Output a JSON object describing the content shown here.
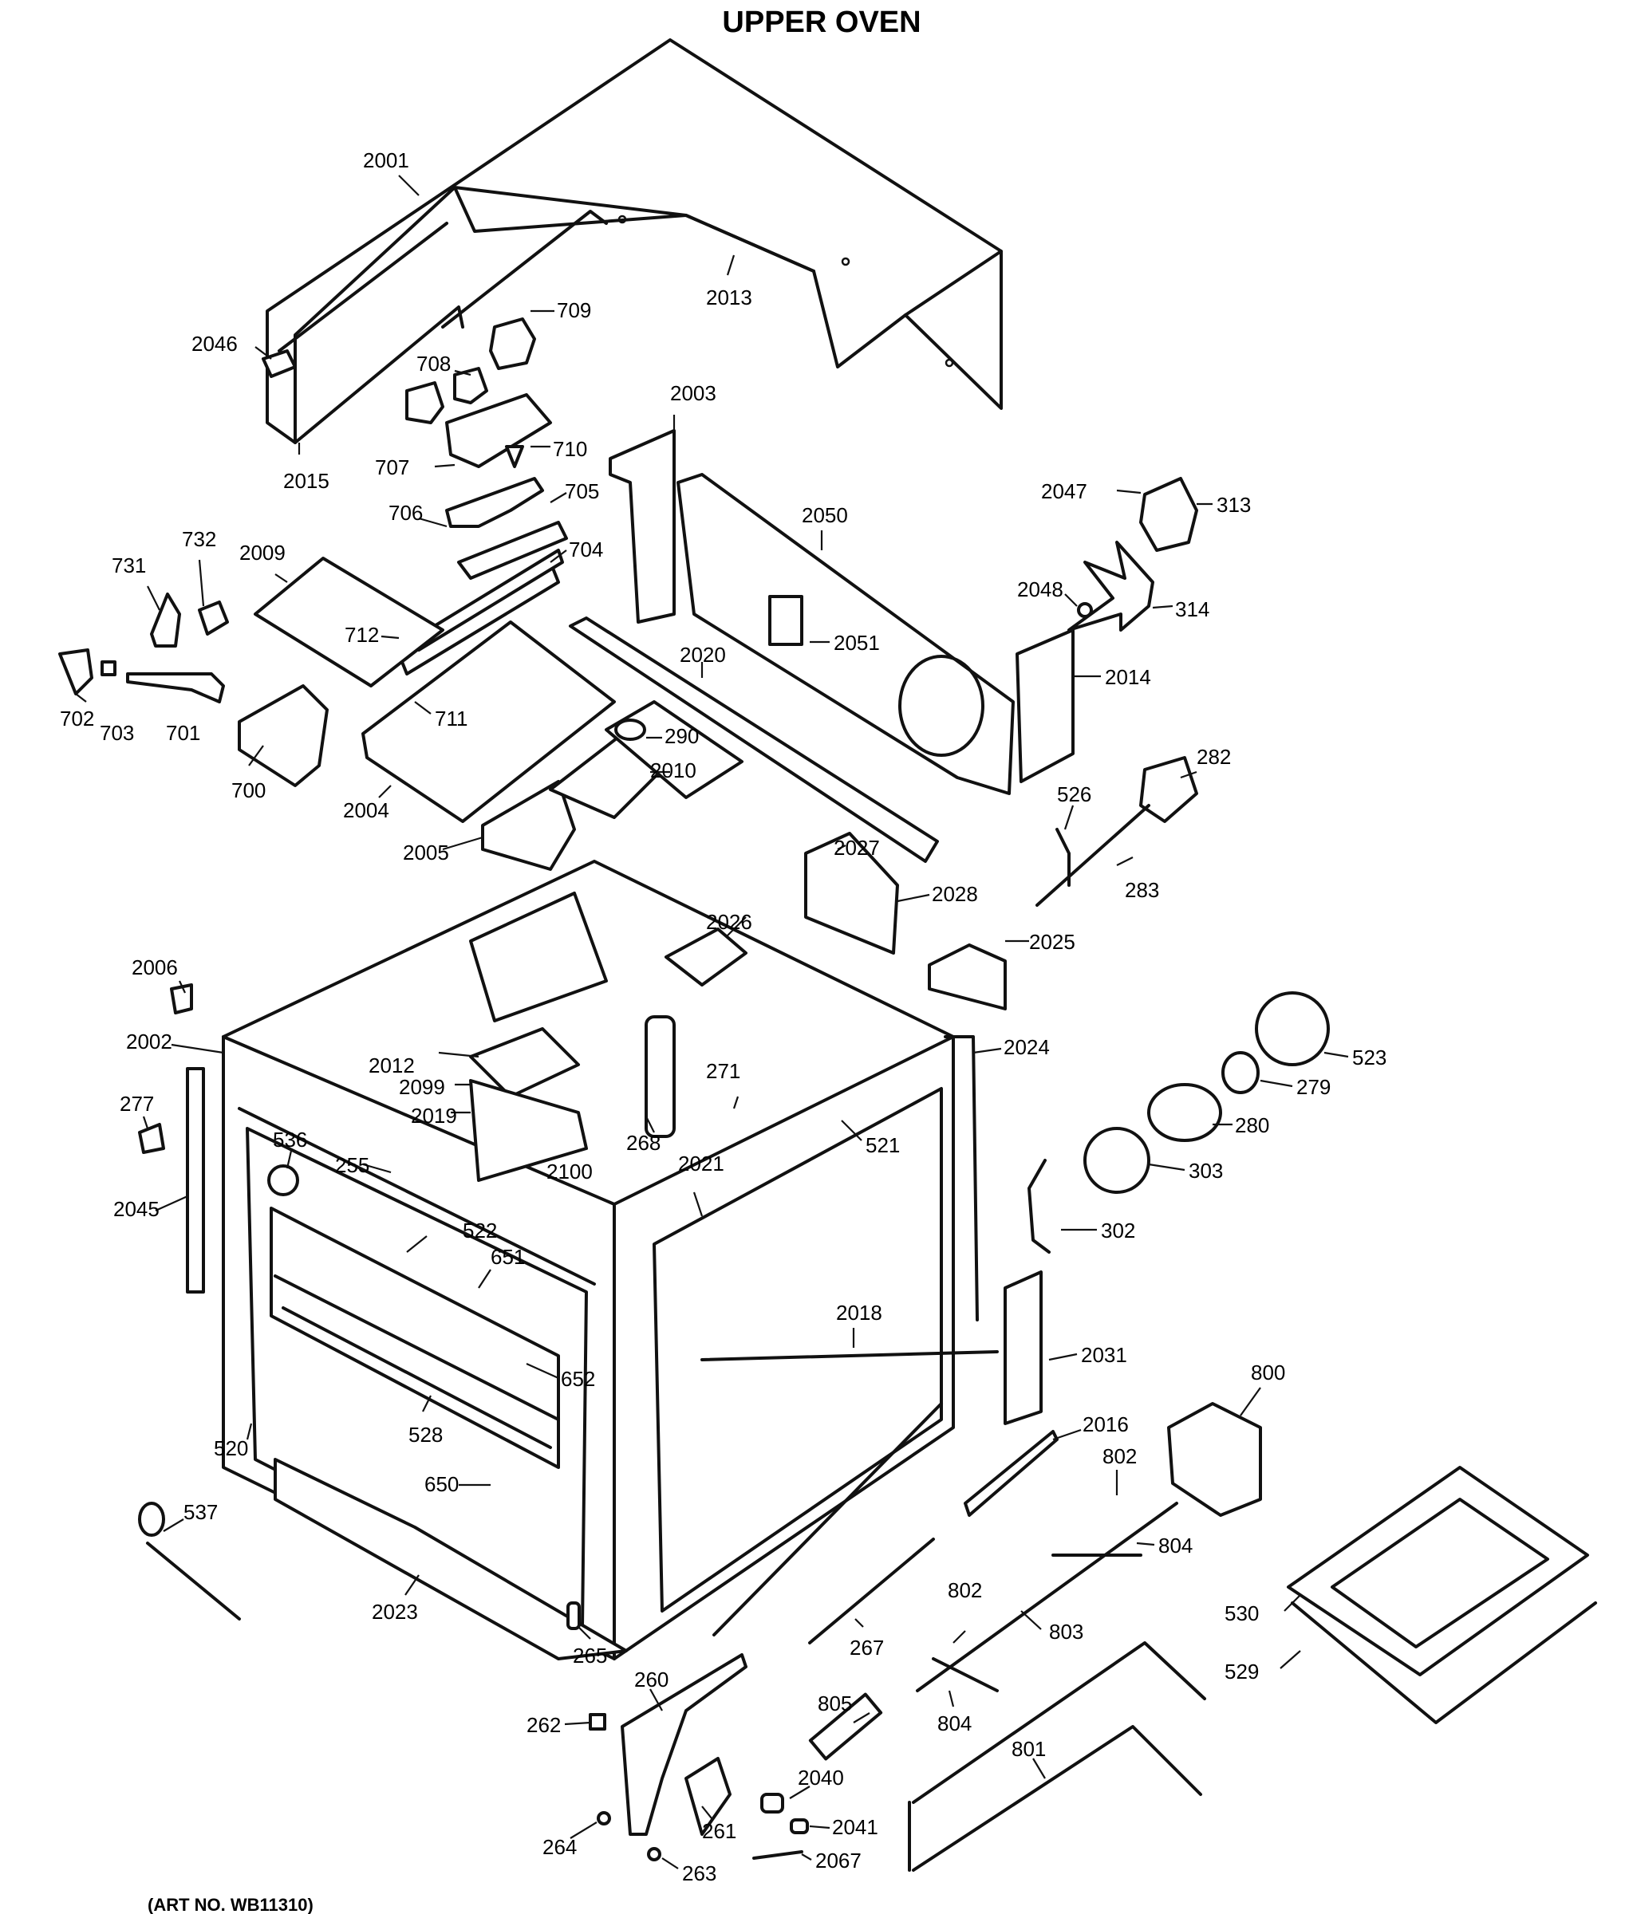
{
  "title": "UPPER OVEN",
  "art_no": "(ART NO. WB11310)",
  "labels": [
    {
      "id": "2001",
      "text": "2001"
    },
    {
      "id": "2013",
      "text": "2013"
    },
    {
      "id": "709",
      "text": "709"
    },
    {
      "id": "2046",
      "text": "2046"
    },
    {
      "id": "708",
      "text": "708"
    },
    {
      "id": "2015",
      "text": "2015"
    },
    {
      "id": "707",
      "text": "707"
    },
    {
      "id": "710",
      "text": "710"
    },
    {
      "id": "2003",
      "text": "2003"
    },
    {
      "id": "2050",
      "text": "2050"
    },
    {
      "id": "2047",
      "text": "2047"
    },
    {
      "id": "313",
      "text": "313"
    },
    {
      "id": "706",
      "text": "706"
    },
    {
      "id": "705",
      "text": "705"
    },
    {
      "id": "704",
      "text": "704"
    },
    {
      "id": "732",
      "text": "732"
    },
    {
      "id": "731",
      "text": "731"
    },
    {
      "id": "2009",
      "text": "2009"
    },
    {
      "id": "712",
      "text": "712"
    },
    {
      "id": "2048",
      "text": "2048"
    },
    {
      "id": "314",
      "text": "314"
    },
    {
      "id": "2051",
      "text": "2051"
    },
    {
      "id": "2014",
      "text": "2014"
    },
    {
      "id": "702",
      "text": "702"
    },
    {
      "id": "703",
      "text": "703"
    },
    {
      "id": "701",
      "text": "701"
    },
    {
      "id": "711",
      "text": "711"
    },
    {
      "id": "2020",
      "text": "2020"
    },
    {
      "id": "290",
      "text": "290"
    },
    {
      "id": "700",
      "text": "700"
    },
    {
      "id": "2004",
      "text": "2004"
    },
    {
      "id": "2010",
      "text": "2010"
    },
    {
      "id": "526",
      "text": "526"
    },
    {
      "id": "282",
      "text": "282"
    },
    {
      "id": "283",
      "text": "283"
    },
    {
      "id": "2005",
      "text": "2005"
    },
    {
      "id": "2027",
      "text": "2027"
    },
    {
      "id": "2028",
      "text": "2028"
    },
    {
      "id": "2026",
      "text": "2026"
    },
    {
      "id": "2025",
      "text": "2025"
    },
    {
      "id": "2006",
      "text": "2006"
    },
    {
      "id": "2002",
      "text": "2002"
    },
    {
      "id": "2012",
      "text": "2012"
    },
    {
      "id": "2099",
      "text": "2099"
    },
    {
      "id": "2019",
      "text": "2019"
    },
    {
      "id": "271",
      "text": "271"
    },
    {
      "id": "2024",
      "text": "2024"
    },
    {
      "id": "523",
      "text": "523"
    },
    {
      "id": "279",
      "text": "279"
    },
    {
      "id": "277",
      "text": "277"
    },
    {
      "id": "536",
      "text": "536"
    },
    {
      "id": "255",
      "text": "255"
    },
    {
      "id": "268",
      "text": "268"
    },
    {
      "id": "2100",
      "text": "2100"
    },
    {
      "id": "521",
      "text": "521"
    },
    {
      "id": "280",
      "text": "280"
    },
    {
      "id": "2021",
      "text": "2021"
    },
    {
      "id": "303",
      "text": "303"
    },
    {
      "id": "2045",
      "text": "2045"
    },
    {
      "id": "522",
      "text": "522"
    },
    {
      "id": "651",
      "text": "651"
    },
    {
      "id": "302",
      "text": "302"
    },
    {
      "id": "2018",
      "text": "2018"
    },
    {
      "id": "2031",
      "text": "2031"
    },
    {
      "id": "652",
      "text": "652"
    },
    {
      "id": "800",
      "text": "800"
    },
    {
      "id": "528",
      "text": "528"
    },
    {
      "id": "2016",
      "text": "2016"
    },
    {
      "id": "520",
      "text": "520"
    },
    {
      "id": "802a",
      "text": "802"
    },
    {
      "id": "650",
      "text": "650"
    },
    {
      "id": "537",
      "text": "537"
    },
    {
      "id": "804a",
      "text": "804"
    },
    {
      "id": "2023",
      "text": "2023"
    },
    {
      "id": "802b",
      "text": "802"
    },
    {
      "id": "530",
      "text": "530"
    },
    {
      "id": "267",
      "text": "267"
    },
    {
      "id": "803",
      "text": "803"
    },
    {
      "id": "265",
      "text": "265"
    },
    {
      "id": "529",
      "text": "529"
    },
    {
      "id": "260",
      "text": "260"
    },
    {
      "id": "805",
      "text": "805"
    },
    {
      "id": "804b",
      "text": "804"
    },
    {
      "id": "262",
      "text": "262"
    },
    {
      "id": "801",
      "text": "801"
    },
    {
      "id": "2040",
      "text": "2040"
    },
    {
      "id": "2041",
      "text": "2041"
    },
    {
      "id": "261",
      "text": "261"
    },
    {
      "id": "264",
      "text": "264"
    },
    {
      "id": "263",
      "text": "263"
    },
    {
      "id": "2067",
      "text": "2067"
    }
  ]
}
